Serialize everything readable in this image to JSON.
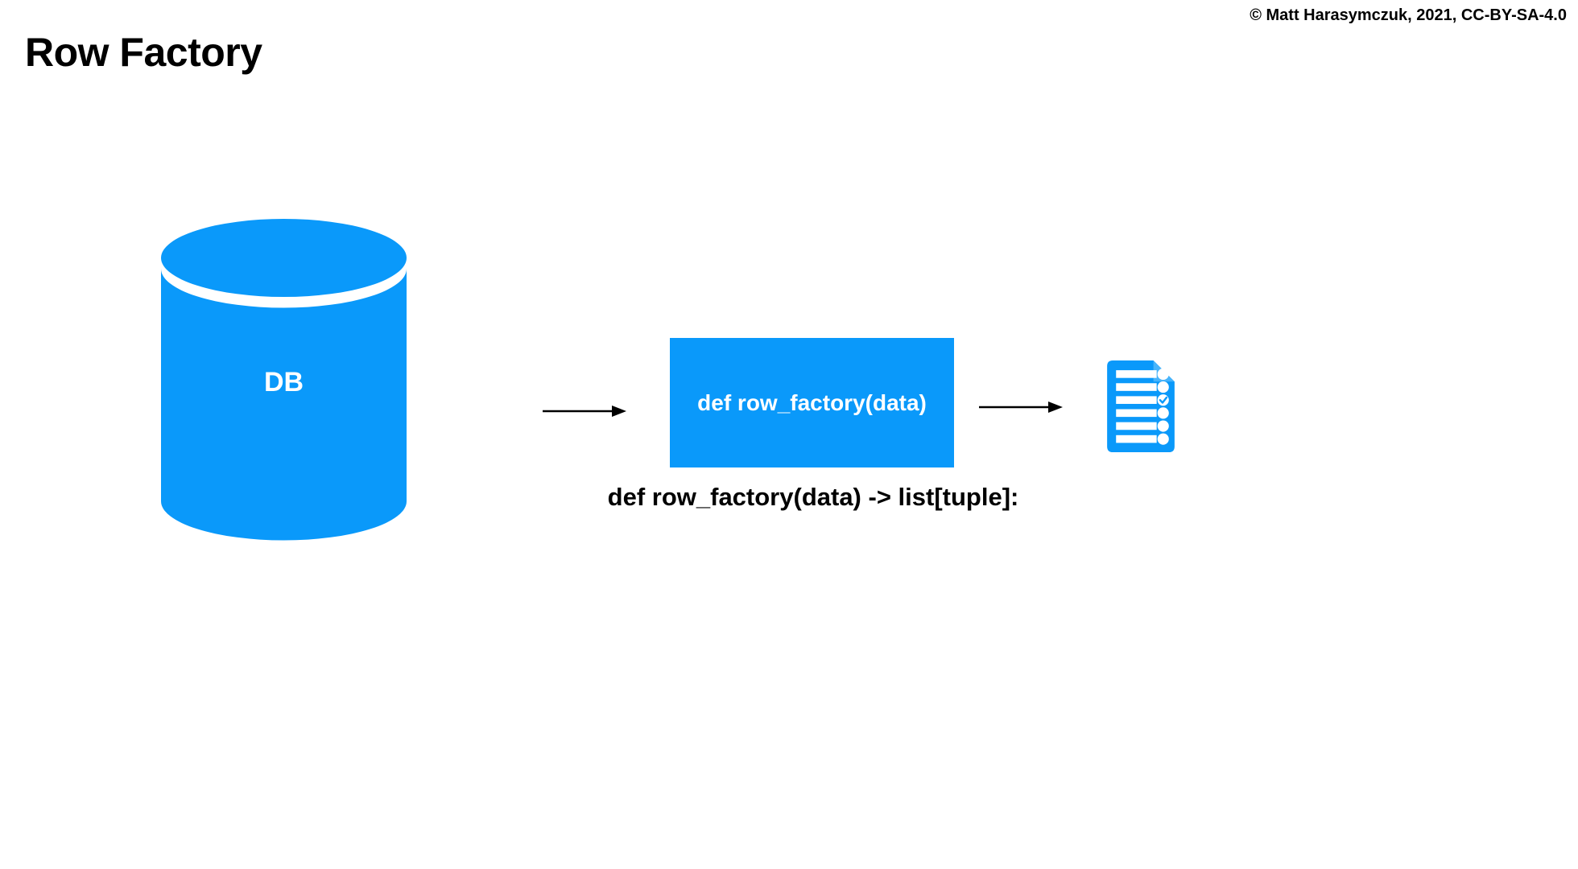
{
  "meta": {
    "copyright": "© Matt Harasymczuk, 2021, CC-BY-SA-4.0"
  },
  "header": {
    "title": "Row Factory"
  },
  "colors": {
    "accent_blue": "#0a99fa",
    "text_black": "#000000",
    "label_white": "#ffffff"
  },
  "diagram": {
    "database": {
      "icon": "database-cylinder-icon",
      "label": "DB"
    },
    "arrows": [
      {
        "icon": "arrow-right-icon",
        "from": "database",
        "to": "function_box"
      },
      {
        "icon": "arrow-right-icon",
        "from": "function_box",
        "to": "result"
      }
    ],
    "function_box": {
      "label": "def row_factory(data)"
    },
    "result": {
      "icon": "checklist-document-icon",
      "rows": 6,
      "checked_row": 3
    },
    "code_line": "def row_factory(data) -> list[tuple]:"
  }
}
